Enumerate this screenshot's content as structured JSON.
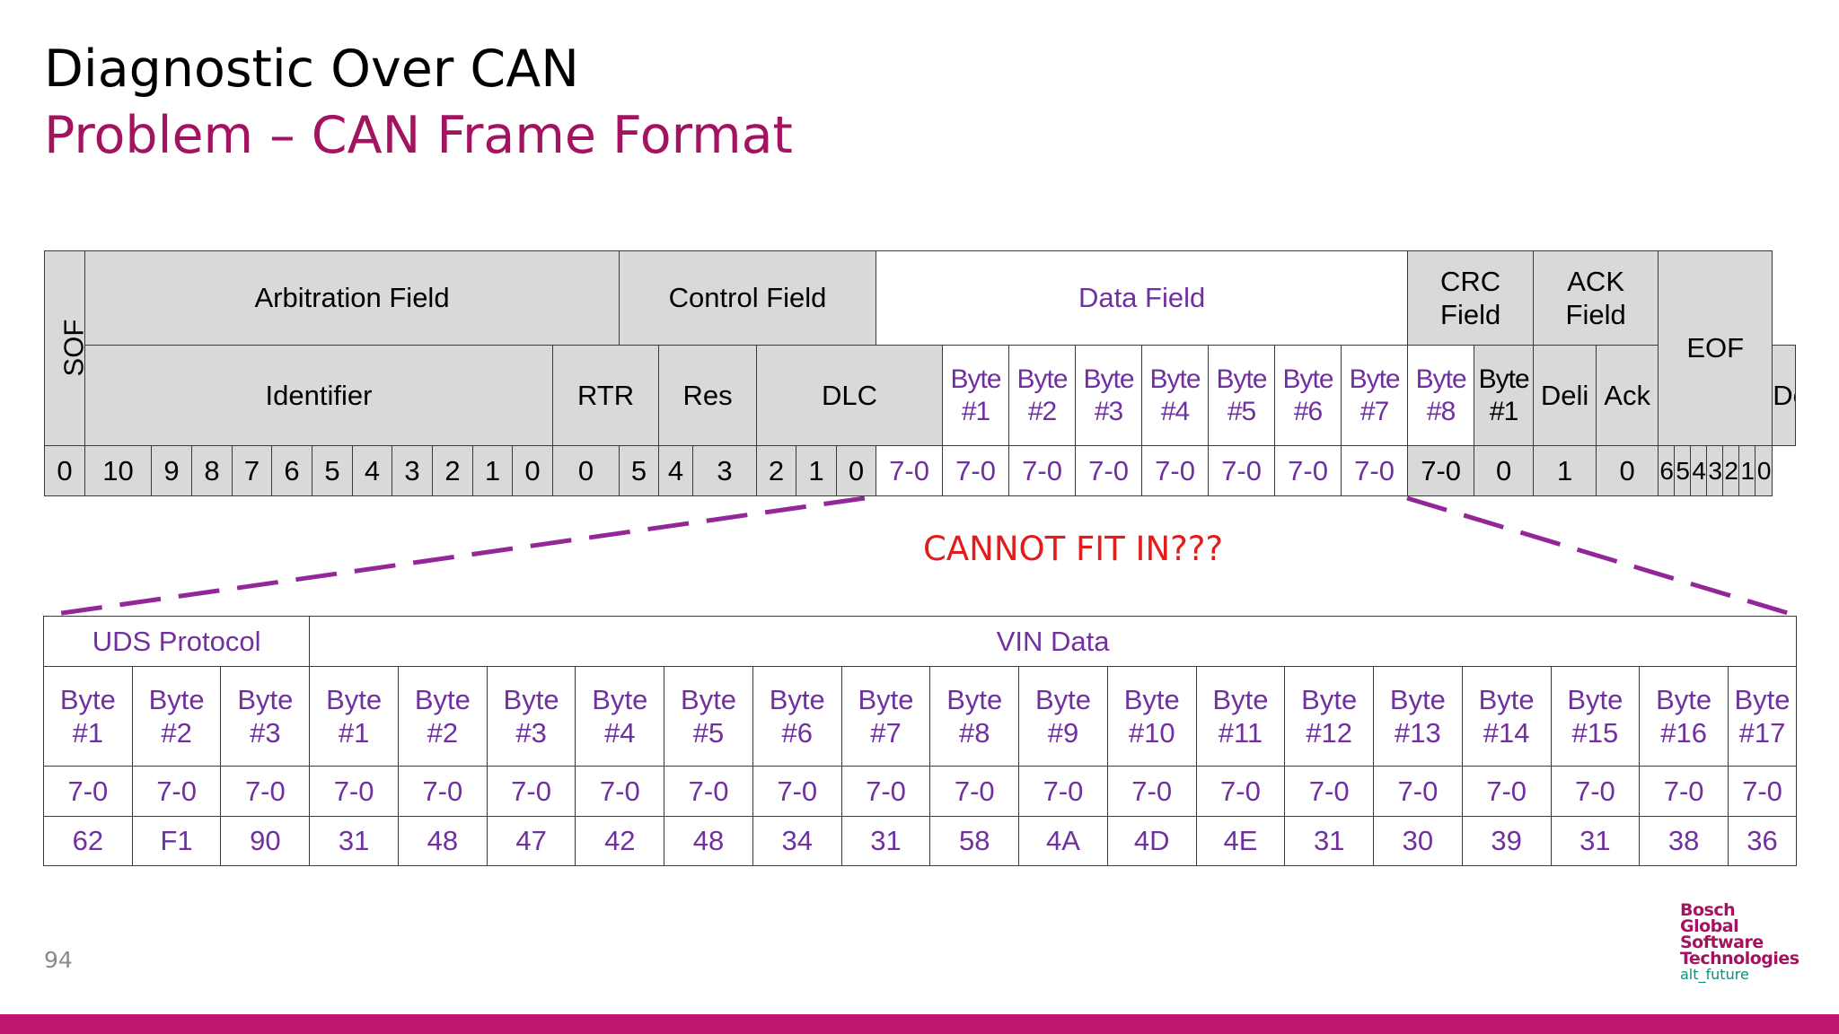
{
  "slide": {
    "title": "Diagnostic Over CAN",
    "subtitle": "Problem – CAN Frame Format",
    "page_number": "94",
    "warning": "CANNOT FIT IN???",
    "logo": {
      "lines": [
        "Bosch",
        "Global",
        "Software",
        "Technologies"
      ],
      "tagline": "alt_future"
    }
  },
  "colors": {
    "title": "#000000",
    "subtitle": "#a3135f",
    "purple_text": "#7030a0",
    "warning": "#e31b1b",
    "header_fill": "#d9d9d9",
    "bar": "#bf1670",
    "dash": "#93279a"
  },
  "can_frame": {
    "sof": "SOF",
    "arbitration": "Arbitration Field",
    "control": "Control Field",
    "data": "Data Field",
    "crc": [
      "CRC",
      "Field"
    ],
    "ack": [
      "ACK",
      "Field"
    ],
    "eof": "EOF",
    "identifier": "Identifier",
    "rtr": "RTR",
    "res": "Res",
    "dlc": "DLC",
    "data_bytes": [
      [
        "Byte",
        "#1"
      ],
      [
        "Byte",
        "#2"
      ],
      [
        "Byte",
        "#3"
      ],
      [
        "Byte",
        "#4"
      ],
      [
        "Byte",
        "#5"
      ],
      [
        "Byte",
        "#6"
      ],
      [
        "Byte",
        "#7"
      ],
      [
        "Byte",
        "#8"
      ]
    ],
    "crc_byte": [
      "Byte",
      "#1"
    ],
    "crc_deli": "Deli",
    "ack_ack": "Ack",
    "ack_deli": "Deli",
    "bits": [
      "0",
      "10",
      "9",
      "8",
      "7",
      "6",
      "5",
      "4",
      "3",
      "2",
      "1",
      "0",
      "0",
      "5",
      "4",
      "3",
      "2",
      "1",
      "0",
      "7-0",
      "7-0",
      "7-0",
      "7-0",
      "7-0",
      "7-0",
      "7-0",
      "7-0",
      "7-0",
      "0",
      "1",
      "0",
      "6",
      "5",
      "4",
      "3",
      "2",
      "1",
      "0"
    ]
  },
  "uds_frame": {
    "uds_header": "UDS Protocol",
    "vin_header": "VIN Data",
    "byte_labels": [
      [
        "Byte",
        "#1"
      ],
      [
        "Byte",
        "#2"
      ],
      [
        "Byte",
        "#3"
      ],
      [
        "Byte",
        "#1"
      ],
      [
        "Byte",
        "#2"
      ],
      [
        "Byte",
        "#3"
      ],
      [
        "Byte",
        "#4"
      ],
      [
        "Byte",
        "#5"
      ],
      [
        "Byte",
        "#6"
      ],
      [
        "Byte",
        "#7"
      ],
      [
        "Byte",
        "#8"
      ],
      [
        "Byte",
        "#9"
      ],
      [
        "Byte",
        "#10"
      ],
      [
        "Byte",
        "#11"
      ],
      [
        "Byte",
        "#12"
      ],
      [
        "Byte",
        "#13"
      ],
      [
        "Byte",
        "#14"
      ],
      [
        "Byte",
        "#15"
      ],
      [
        "Byte",
        "#16"
      ],
      [
        "Byte",
        "#17"
      ]
    ],
    "bit_ranges": [
      "7-0",
      "7-0",
      "7-0",
      "7-0",
      "7-0",
      "7-0",
      "7-0",
      "7-0",
      "7-0",
      "7-0",
      "7-0",
      "7-0",
      "7-0",
      "7-0",
      "7-0",
      "7-0",
      "7-0",
      "7-0",
      "7-0",
      "7-0"
    ],
    "values": [
      "62",
      "F1",
      "90",
      "31",
      "48",
      "47",
      "42",
      "48",
      "34",
      "31",
      "58",
      "4A",
      "4D",
      "4E",
      "31",
      "30",
      "39",
      "31",
      "38",
      "36"
    ]
  }
}
